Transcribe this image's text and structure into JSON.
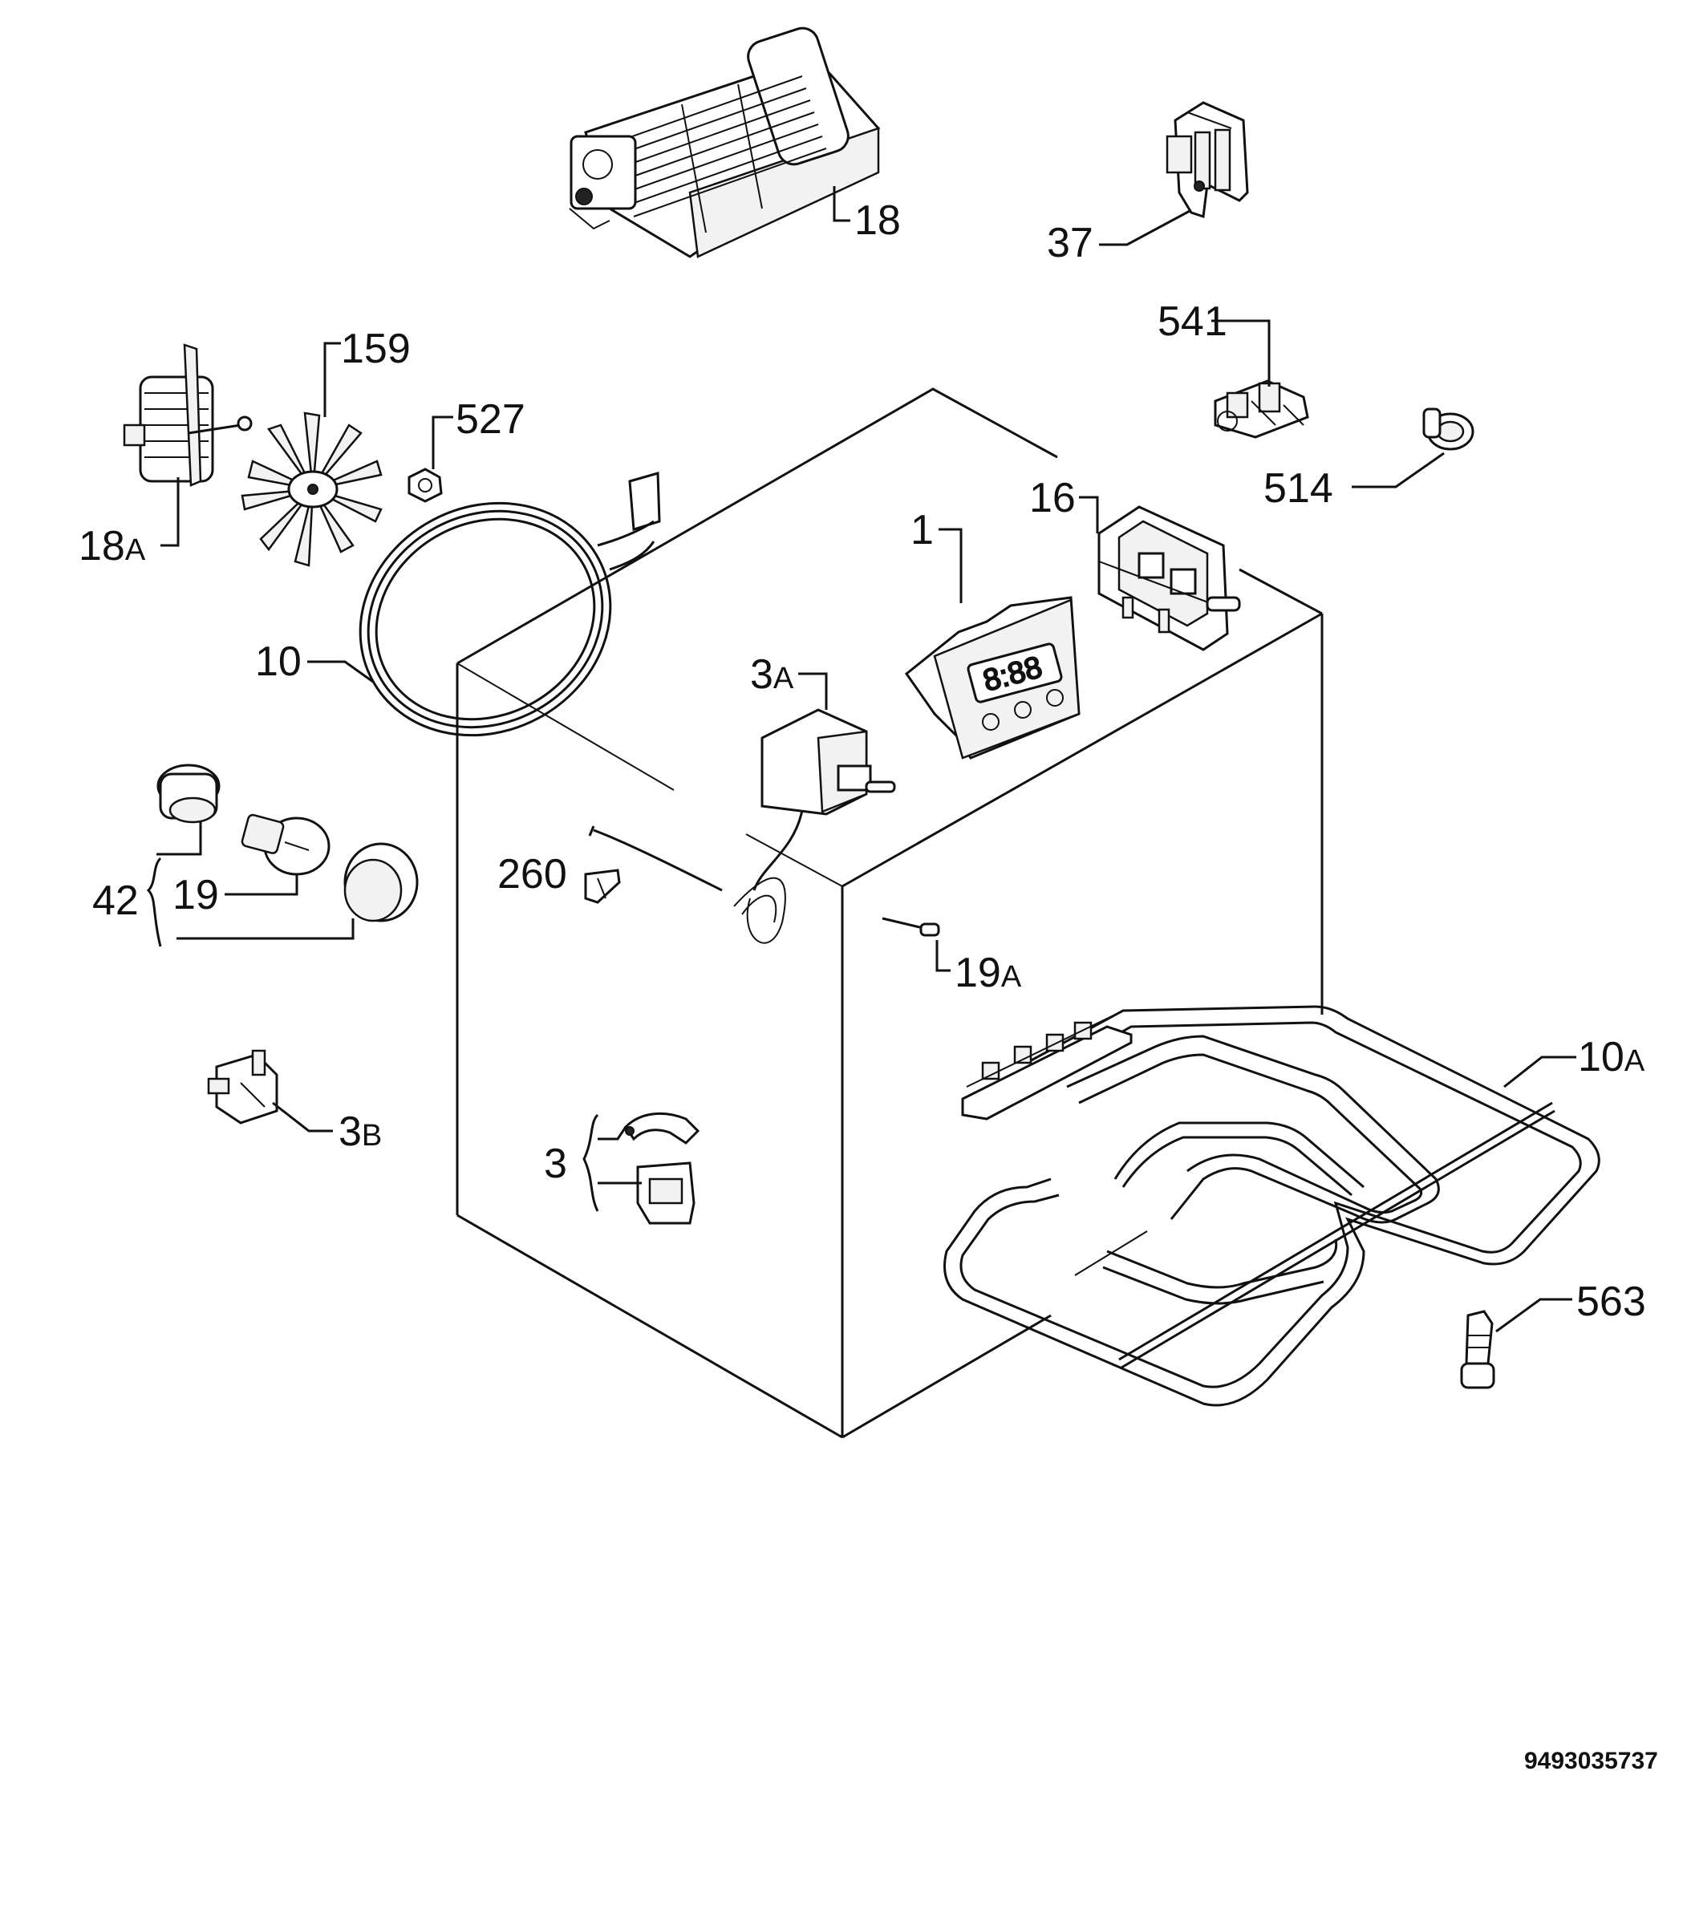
{
  "diagram": {
    "document_number": "9493035737",
    "parts": [
      {
        "key": "p18",
        "number": "18",
        "suffix": ""
      },
      {
        "key": "p37",
        "number": "37",
        "suffix": ""
      },
      {
        "key": "p541",
        "number": "541",
        "suffix": ""
      },
      {
        "key": "p159",
        "number": "159",
        "suffix": ""
      },
      {
        "key": "p527",
        "number": "527",
        "suffix": ""
      },
      {
        "key": "p18a",
        "number": "18",
        "suffix": "A"
      },
      {
        "key": "p514",
        "number": "514",
        "suffix": ""
      },
      {
        "key": "p16",
        "number": "16",
        "suffix": ""
      },
      {
        "key": "p1",
        "number": "1",
        "suffix": ""
      },
      {
        "key": "p10",
        "number": "10",
        "suffix": ""
      },
      {
        "key": "p3a",
        "number": "3",
        "suffix": "A"
      },
      {
        "key": "p42",
        "number": "42",
        "suffix": ""
      },
      {
        "key": "p19",
        "number": "19",
        "suffix": ""
      },
      {
        "key": "p260",
        "number": "260",
        "suffix": ""
      },
      {
        "key": "p19a",
        "number": "19",
        "suffix": "A"
      },
      {
        "key": "p10a",
        "number": "10",
        "suffix": "A"
      },
      {
        "key": "p3b",
        "number": "3",
        "suffix": "B"
      },
      {
        "key": "p3",
        "number": "3",
        "suffix": ""
      },
      {
        "key": "p563",
        "number": "563",
        "suffix": ""
      }
    ]
  }
}
